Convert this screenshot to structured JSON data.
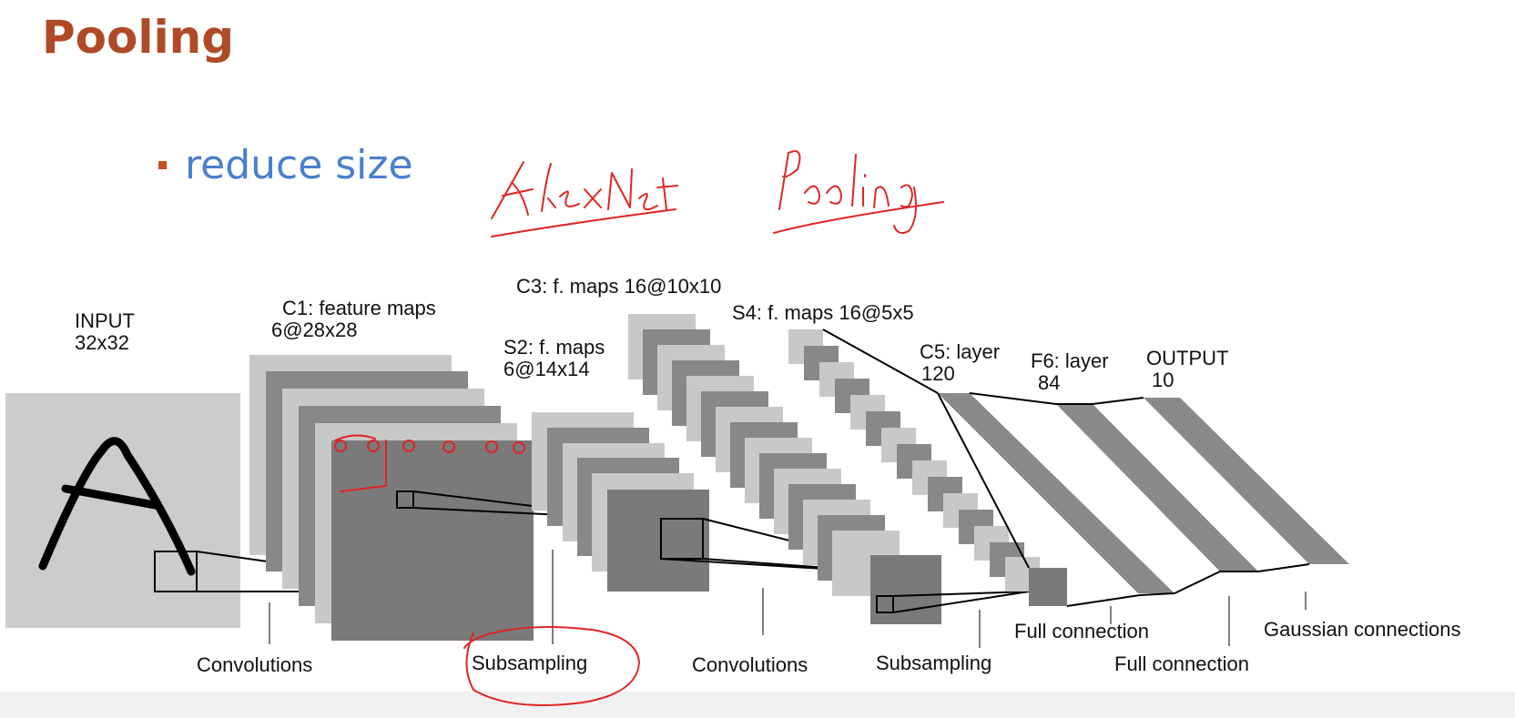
{
  "slide": {
    "title": "Pooling",
    "bullets": [
      {
        "text": "reduce size"
      }
    ]
  },
  "handwritten_annotations": [
    "AlexNet",
    "Pooling"
  ],
  "diagram": {
    "layer_labels": {
      "input": [
        "INPUT",
        "32x32"
      ],
      "c1": [
        "C1: feature maps",
        "6@28x28"
      ],
      "s2": [
        "S2: f. maps",
        "6@14x14"
      ],
      "c3": [
        "C3: f. maps 16@10x10"
      ],
      "s4": [
        "S4: f. maps 16@5x5"
      ],
      "c5": [
        "C5: layer",
        "120"
      ],
      "f6": [
        "F6: layer",
        "84"
      ],
      "output": [
        "OUTPUT",
        "10"
      ]
    },
    "operation_labels": {
      "op1": "Convolutions",
      "op2": "Subsampling",
      "op3": "Convolutions",
      "op4": "Subsampling",
      "op5": "Full connection",
      "op6": "Full connection",
      "op7": "Gaussian connections"
    },
    "colors": {
      "light": "#c8c8c8",
      "dark": "#888888",
      "input_bg": "#cccccc",
      "ink": "#e02424"
    }
  }
}
